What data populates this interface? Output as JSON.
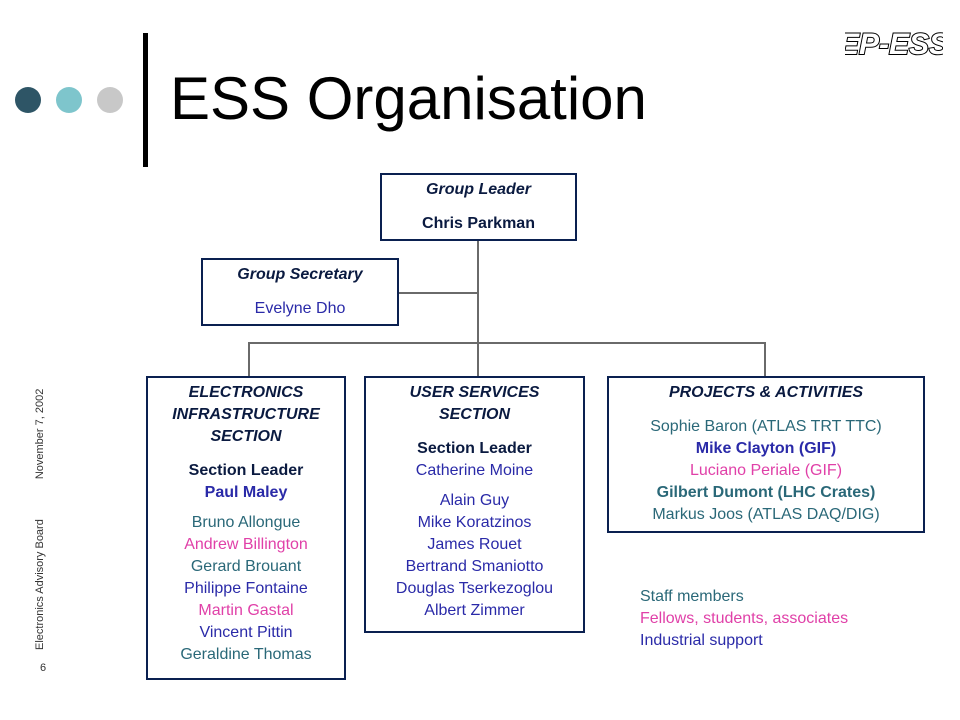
{
  "colors": {
    "staff": "#2a2aa8",
    "fellow": "#e040a8",
    "industry": "#2a6878",
    "box_border": "#0a2050"
  },
  "header": {
    "title": "ESS Organisation",
    "logo_text": "EP-ESS",
    "dots": [
      "#2e5566",
      "#7ec5cc",
      "#c8c8c8"
    ]
  },
  "sidebar": {
    "board": "Electronics Advisory Board",
    "date": "November 7, 2002",
    "page": "6"
  },
  "group_leader": {
    "heading": "Group Leader",
    "name": "Chris Parkman"
  },
  "group_secretary": {
    "heading": "Group Secretary",
    "name": "Evelyne Dho"
  },
  "electronics": {
    "heading_lines": [
      "ELECTRONICS",
      "INFRASTRUCTURE",
      "SECTION"
    ],
    "leader_label": "Section Leader",
    "leader_name": "Paul Maley",
    "members": [
      {
        "name": "Bruno Allongue",
        "type": "industry"
      },
      {
        "name": "Andrew Billington",
        "type": "fellow"
      },
      {
        "name": "Gerard Brouant",
        "type": "industry"
      },
      {
        "name": "Philippe Fontaine",
        "type": "staff"
      },
      {
        "name": "Martin Gastal",
        "type": "fellow"
      },
      {
        "name": "Vincent Pittin",
        "type": "staff"
      },
      {
        "name": "Geraldine Thomas",
        "type": "industry"
      }
    ]
  },
  "user_services": {
    "heading_lines": [
      "USER SERVICES",
      "SECTION"
    ],
    "leader_label": "Section Leader",
    "leader_name": "Catherine Moine",
    "members": [
      {
        "name": "Alain Guy",
        "type": "staff"
      },
      {
        "name": "Mike Koratzinos",
        "type": "staff"
      },
      {
        "name": "James Rouet",
        "type": "staff"
      },
      {
        "name": "Bertrand Smaniotto",
        "type": "staff"
      },
      {
        "name": "Douglas Tserkezoglou",
        "type": "staff"
      },
      {
        "name": "Albert Zimmer",
        "type": "staff"
      }
    ]
  },
  "projects": {
    "heading": "PROJECTS & ACTIVITIES",
    "items": [
      {
        "name": "Sophie Baron",
        "detail": " (ATLAS TRT TTC)",
        "type": "industry",
        "bold": false
      },
      {
        "name": "Mike Clayton",
        "detail": " (GIF)",
        "type": "staff",
        "bold": true
      },
      {
        "name": "Luciano Periale",
        "detail": " (GIF)",
        "type": "fellow",
        "bold": false
      },
      {
        "name": "Gilbert Dumont",
        "detail": " (LHC Crates)",
        "type": "industry",
        "bold": true
      },
      {
        "name": "Markus Joos",
        "detail": " (ATLAS DAQ/DIG)",
        "type": "industry",
        "bold": false
      }
    ]
  },
  "legend": {
    "staff": "Staff members",
    "fellow": "Fellows, students, associates",
    "industry": "Industrial support"
  }
}
